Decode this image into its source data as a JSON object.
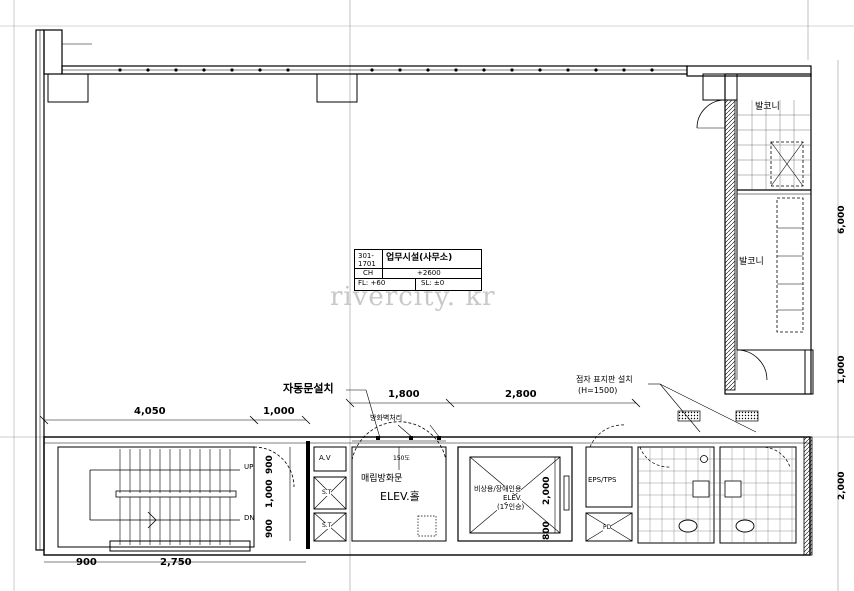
{
  "watermark": "rivercity. kr",
  "room_tag": {
    "code": "301-1701",
    "use": "업무시설(사무소)",
    "ch_label": "CH",
    "ch_value": "+2600",
    "fl_label": "FL: +60",
    "sl_label": "SL: ±0"
  },
  "labels": {
    "auto_door": "자동문설치",
    "fire_wall": "방화벽처리",
    "buried_fire_door": "매립방화문",
    "elev_hall": "ELEV.홀",
    "elev_emergency": "비상용/장애인용",
    "elev_name": "ELEV.",
    "elev_capacity": "(17인승)",
    "braille_sign": "점자 표지판 설치",
    "braille_height": "(H=1500)",
    "balcony_1": "발코니",
    "balcony_2": "발코니",
    "eps_tps": "EPS/TPS",
    "av": "A.V",
    "st_1": "S.T",
    "st_2": "S.T",
    "pd": "PD",
    "up": "UP",
    "dn": "DN",
    "door_150": "150도"
  },
  "dimensions": {
    "d_1800": "1,800",
    "d_2800": "2,800",
    "d_4050": "4,050",
    "d_1000": "1,000",
    "d_900_top": "900",
    "d_1000_v": "1,000",
    "d_900_bottom": "900",
    "d_2000": "2,000",
    "d_800": "800",
    "d_2750": "2,750",
    "d_900_left": "900",
    "d_6000": "6,000",
    "d_1000_right": "1,000",
    "d_2000_right": "2,000"
  }
}
